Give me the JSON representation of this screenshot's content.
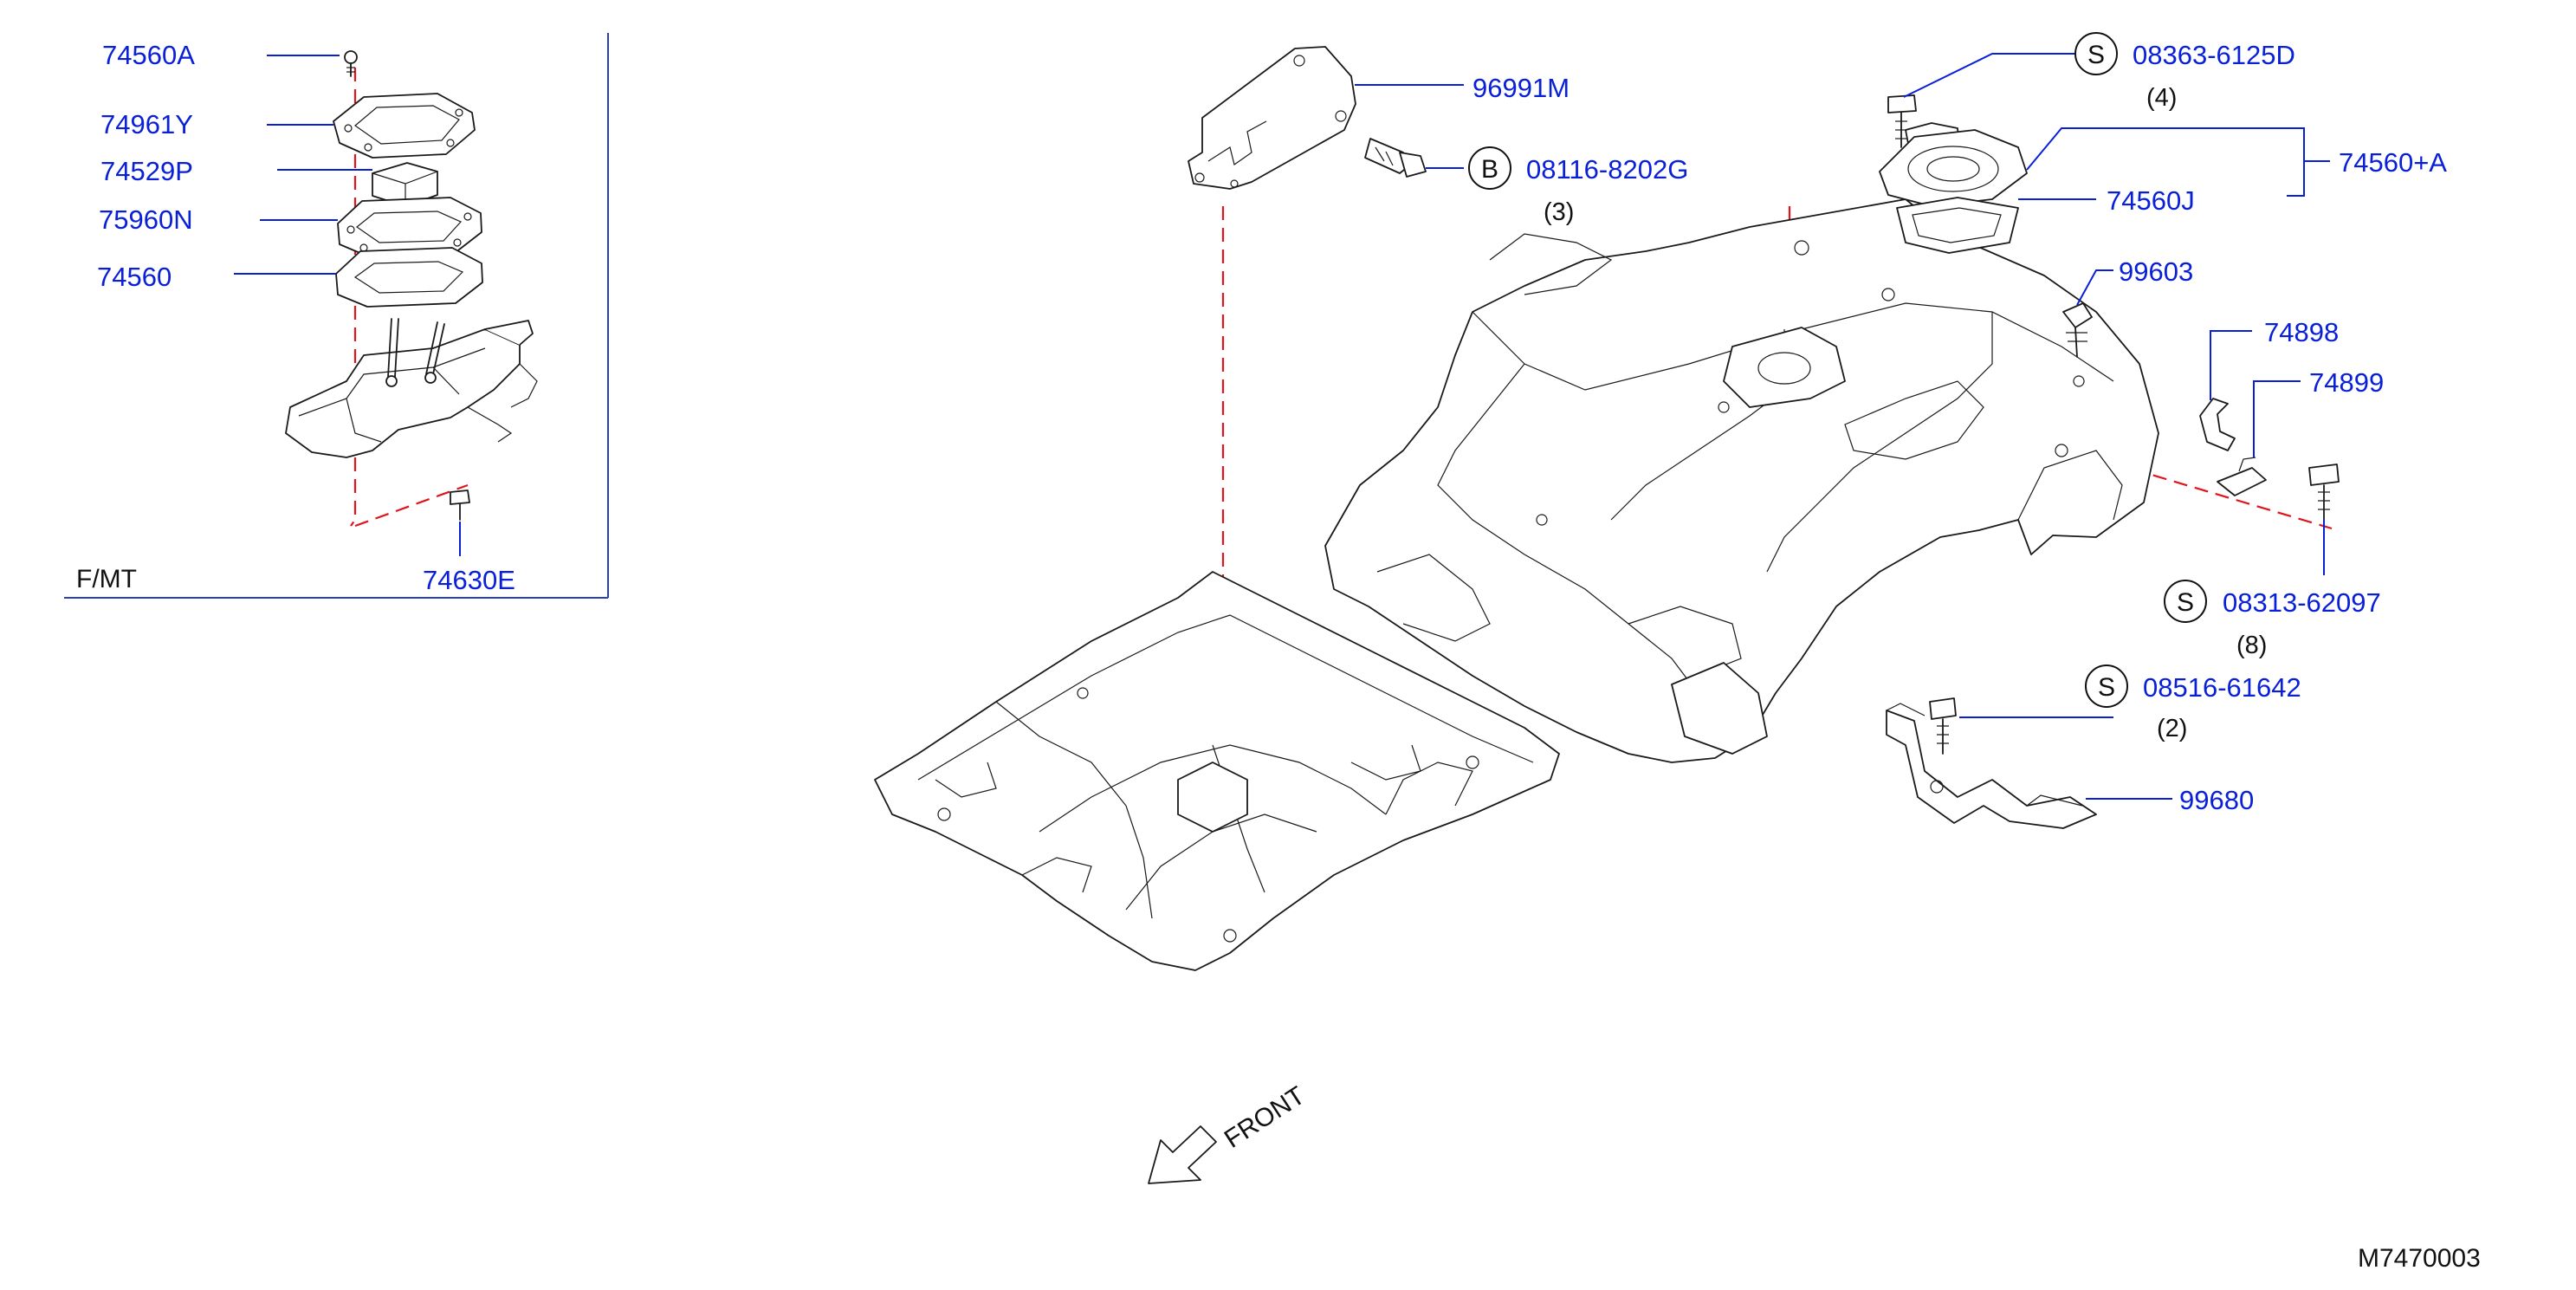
{
  "inset": {
    "variant_label": "F/MT",
    "parts": [
      {
        "number": "74560A"
      },
      {
        "number": "74961Y"
      },
      {
        "number": "74529P"
      },
      {
        "number": "75960N"
      },
      {
        "number": "74560"
      },
      {
        "number": "74630E"
      }
    ]
  },
  "main": {
    "parts": [
      {
        "number": "96991M"
      },
      {
        "number": "08116-8202G",
        "symbol": "B",
        "qty": "(3)"
      },
      {
        "number": "08363-6125D",
        "symbol": "S",
        "qty": "(4)"
      },
      {
        "number": "74560+A"
      },
      {
        "number": "74560J"
      },
      {
        "number": "99603"
      },
      {
        "number": "74898"
      },
      {
        "number": "74899"
      },
      {
        "number": "08313-62097",
        "symbol": "S",
        "qty": "(8)"
      },
      {
        "number": "08516-61642",
        "symbol": "S",
        "qty": "(2)"
      },
      {
        "number": "99680"
      }
    ]
  },
  "direction_label": "FRONT",
  "diagram_code": "M7470003",
  "colors": {
    "part_number": "#0a20d8",
    "leader_line": "#0a20d8",
    "reference_dash": "#e0141a",
    "outline": "#1a1a1a"
  }
}
